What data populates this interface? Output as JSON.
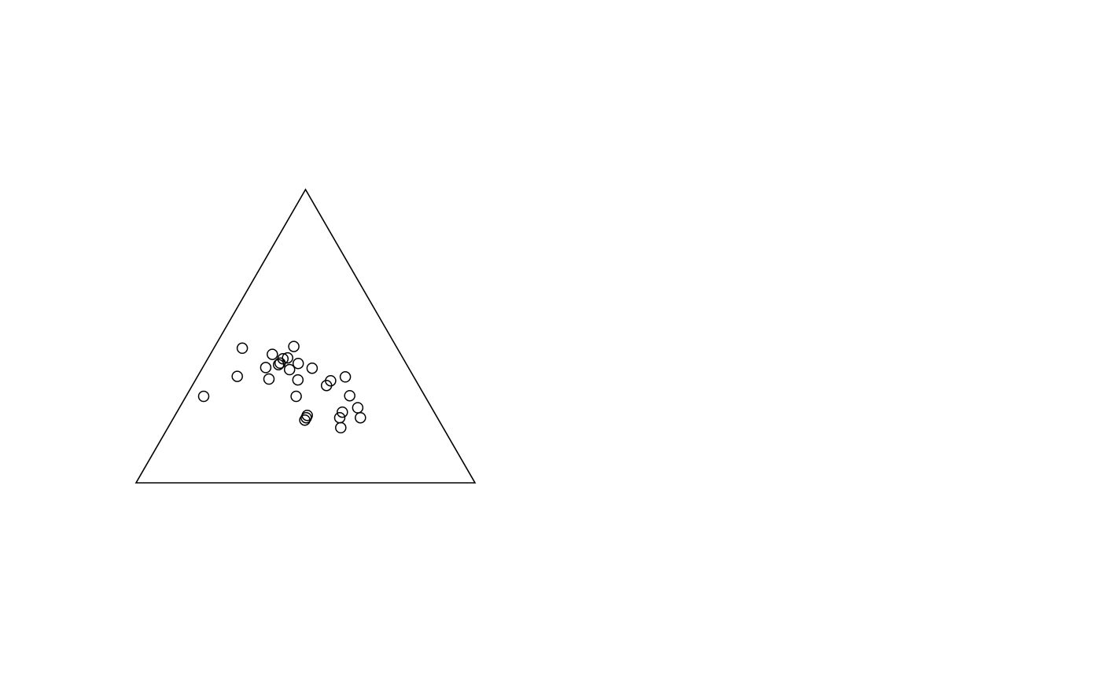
{
  "chart_data": {
    "type": "scatter",
    "subtype": "ternary",
    "title": "",
    "axes": {
      "a": "",
      "b": "",
      "c": ""
    },
    "marker": "open-circle",
    "colors": {
      "stroke": "#000000",
      "background": "#ffffff"
    },
    "grid": false,
    "legend": null,
    "components": [
      "left",
      "right",
      "top"
    ],
    "points": [
      [
        0.653,
        0.052,
        0.295
      ],
      [
        0.457,
        0.084,
        0.459
      ],
      [
        0.52,
        0.117,
        0.363
      ],
      [
        0.421,
        0.186,
        0.393
      ],
      [
        0.354,
        0.26,
        0.386
      ],
      [
        0.371,
        0.221,
        0.408
      ],
      [
        0.355,
        0.222,
        0.423
      ],
      [
        0.379,
        0.183,
        0.438
      ],
      [
        0.378,
        0.219,
        0.403
      ],
      [
        0.431,
        0.215,
        0.354
      ],
      [
        0.347,
        0.302,
        0.351
      ],
      [
        0.302,
        0.233,
        0.465
      ],
      [
        0.318,
        0.275,
        0.407
      ],
      [
        0.34,
        0.234,
        0.426
      ],
      [
        0.272,
        0.396,
        0.332
      ],
      [
        0.285,
        0.324,
        0.391
      ],
      [
        0.252,
        0.4,
        0.348
      ],
      [
        0.38,
        0.325,
        0.295
      ],
      [
        0.395,
        0.391,
        0.214
      ],
      [
        0.387,
        0.391,
        0.222
      ],
      [
        0.38,
        0.39,
        0.23
      ],
      [
        0.288,
        0.49,
        0.222
      ],
      [
        0.271,
        0.488,
        0.241
      ],
      [
        0.221,
        0.482,
        0.297
      ],
      [
        0.202,
        0.437,
        0.361
      ],
      [
        0.227,
        0.551,
        0.222
      ],
      [
        0.218,
        0.526,
        0.256
      ],
      [
        0.302,
        0.51,
        0.188
      ]
    ]
  }
}
